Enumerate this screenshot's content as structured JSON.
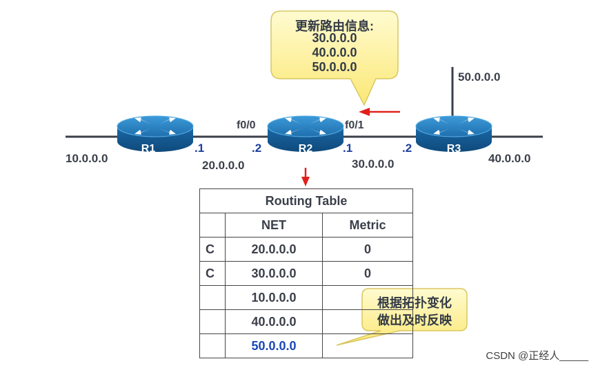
{
  "network": {
    "left_net": "10.0.0.0",
    "r1_r2_net": "20.0.0.0",
    "r2_r3_net": "30.0.0.0",
    "right_net": "40.0.0.0",
    "top_net": "50.0.0.0",
    "r1_if": ".1",
    "r2_left_if": ".2",
    "r2_right_if": ".1",
    "r3_if": ".2",
    "f00": "f0/0",
    "f01": "f0/1"
  },
  "routers": {
    "r1": "R1",
    "r2": "R2",
    "r3": "R3"
  },
  "callout_top": {
    "title": "更新路由信息:",
    "lines": [
      "30.0.0.0",
      "40.0.0.0",
      "50.0.0.0"
    ]
  },
  "callout_bottom": {
    "line1": "根据拓扑变化",
    "line2": "做出及时反映"
  },
  "routing_table": {
    "title": "Routing Table",
    "headers": [
      "NET",
      "Metric"
    ],
    "rows": [
      {
        "code": "C",
        "net": "20.0.0.0",
        "metric": "0"
      },
      {
        "code": "C",
        "net": "30.0.0.0",
        "metric": "0"
      },
      {
        "code": "",
        "net": "10.0.0.0",
        "metric": ""
      },
      {
        "code": "",
        "net": "40.0.0.0",
        "metric": ""
      },
      {
        "code": "",
        "net": "50.0.0.0",
        "metric": ""
      }
    ]
  },
  "colors": {
    "router_top": "#2a7fc0",
    "router_side": "#135a93",
    "arrow_red": "#e0201b",
    "callout_fill": "#fdf18e",
    "new_route_blue": "#1a46b8"
  },
  "watermark": "CSDN @正经人_____"
}
